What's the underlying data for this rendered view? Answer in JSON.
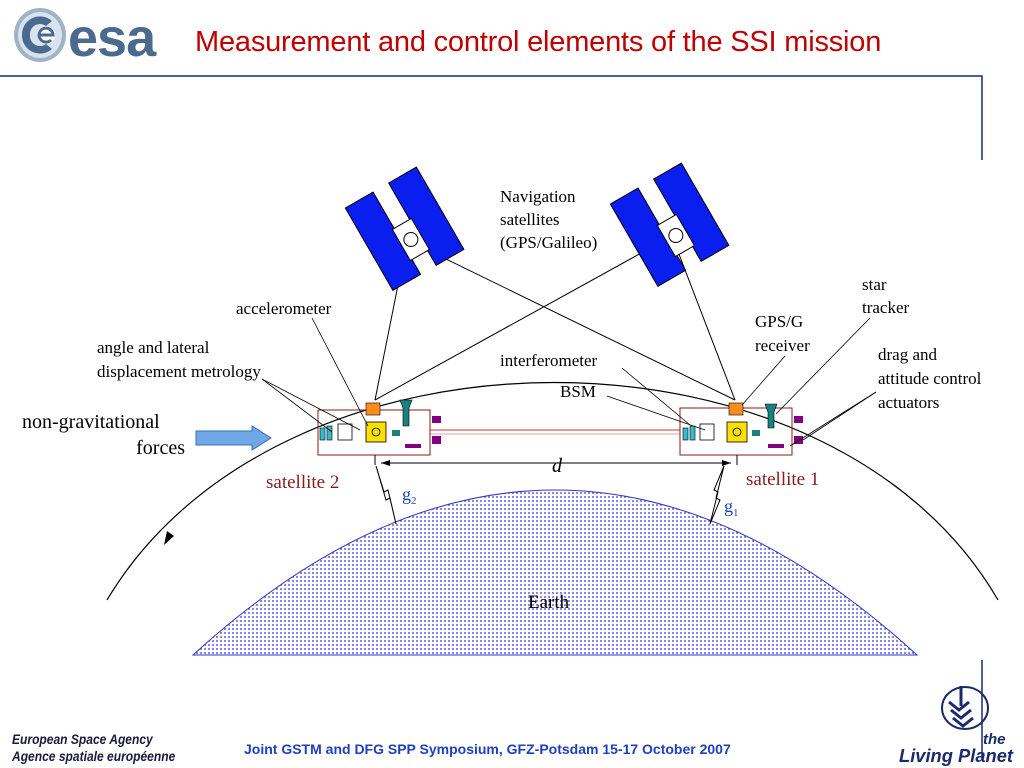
{
  "header": {
    "logo_text": "esa",
    "title": "Measurement and control elements of the SSI mission"
  },
  "diagram": {
    "nav_label": [
      "Navigation",
      "satellites",
      "(GPS/Galileo)"
    ],
    "accelerometer": "accelerometer",
    "angle_metrology": [
      "angle and lateral",
      "displacement metrology"
    ],
    "non_grav": [
      "non-gravitational",
      "forces"
    ],
    "interferometer": "interferometer",
    "bsm": "BSM",
    "gps_receiver": [
      "GPS/G",
      "receiver"
    ],
    "star_tracker": [
      "star",
      "tracker"
    ],
    "drag_control": [
      "drag and",
      "attitude control",
      "actuators"
    ],
    "distance": "d",
    "satellite2": "satellite 2",
    "satellite1": "satellite 1",
    "g2": "g",
    "g2_sub": "2",
    "g1": "g",
    "g1_sub": "1",
    "earth": "Earth"
  },
  "footer": {
    "agency_en": "European Space Agency",
    "agency_fr": "Agence spatiale européenne",
    "conference": "Joint GSTM and DFG SPP Symposium, GFZ-Potsdam 15-17 October 2007",
    "living_the": "the",
    "living_planet": "Living Planet"
  },
  "colors": {
    "title": "#c00000",
    "satellite_blue": "#0a1ef0",
    "satellite_label": "#8b1a1a",
    "g_label": "#1e3fbf",
    "earth_dots": "#3333cc",
    "frame": "#1a2a6c"
  }
}
